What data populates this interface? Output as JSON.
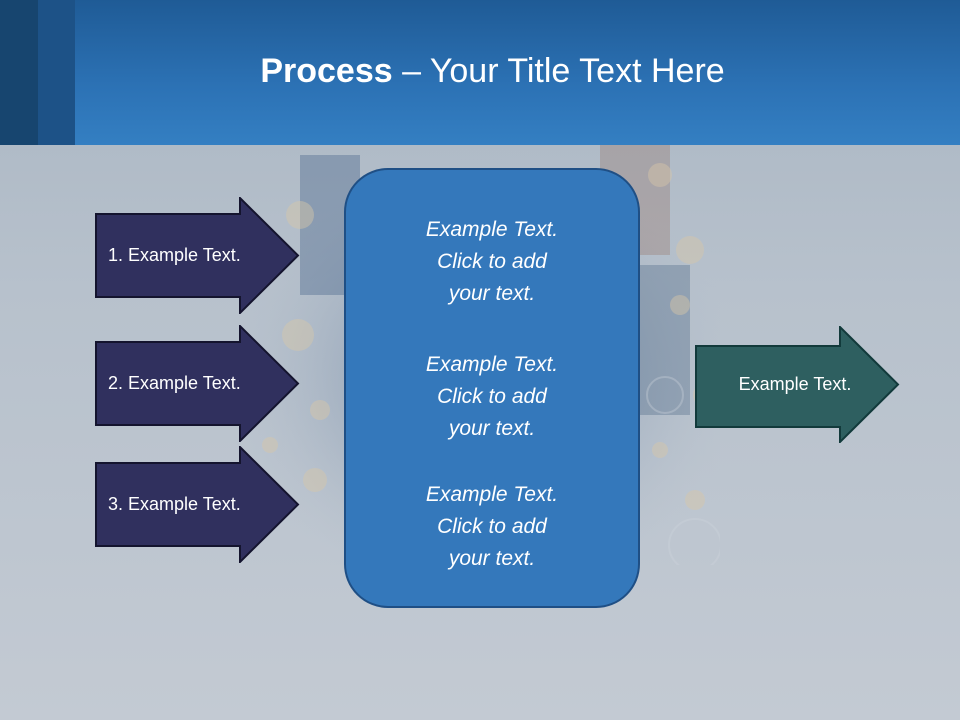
{
  "slide": {
    "title_bold": "Process",
    "title_rest": " – Your Title Text Here"
  },
  "left_arrows": [
    {
      "label": "1. Example Text."
    },
    {
      "label": "2. Example Text."
    },
    {
      "label": "3. Example Text."
    }
  ],
  "center_box": {
    "paragraphs": [
      {
        "line1": "Example Text.",
        "line2": "Click  to add",
        "line3": "your text."
      },
      {
        "line1": "Example Text.",
        "line2": "Click  to add",
        "line3": "your text."
      },
      {
        "line1": "Example Text.",
        "line2": "Click  to add",
        "line3": "your text."
      }
    ]
  },
  "right_arrow": {
    "label": "Example Text."
  },
  "colors": {
    "header_blue": "#2c72b5",
    "left_arrow_fill": "#30305e",
    "center_box_fill": "#3478bb",
    "right_arrow_fill": "#2e5f60"
  }
}
